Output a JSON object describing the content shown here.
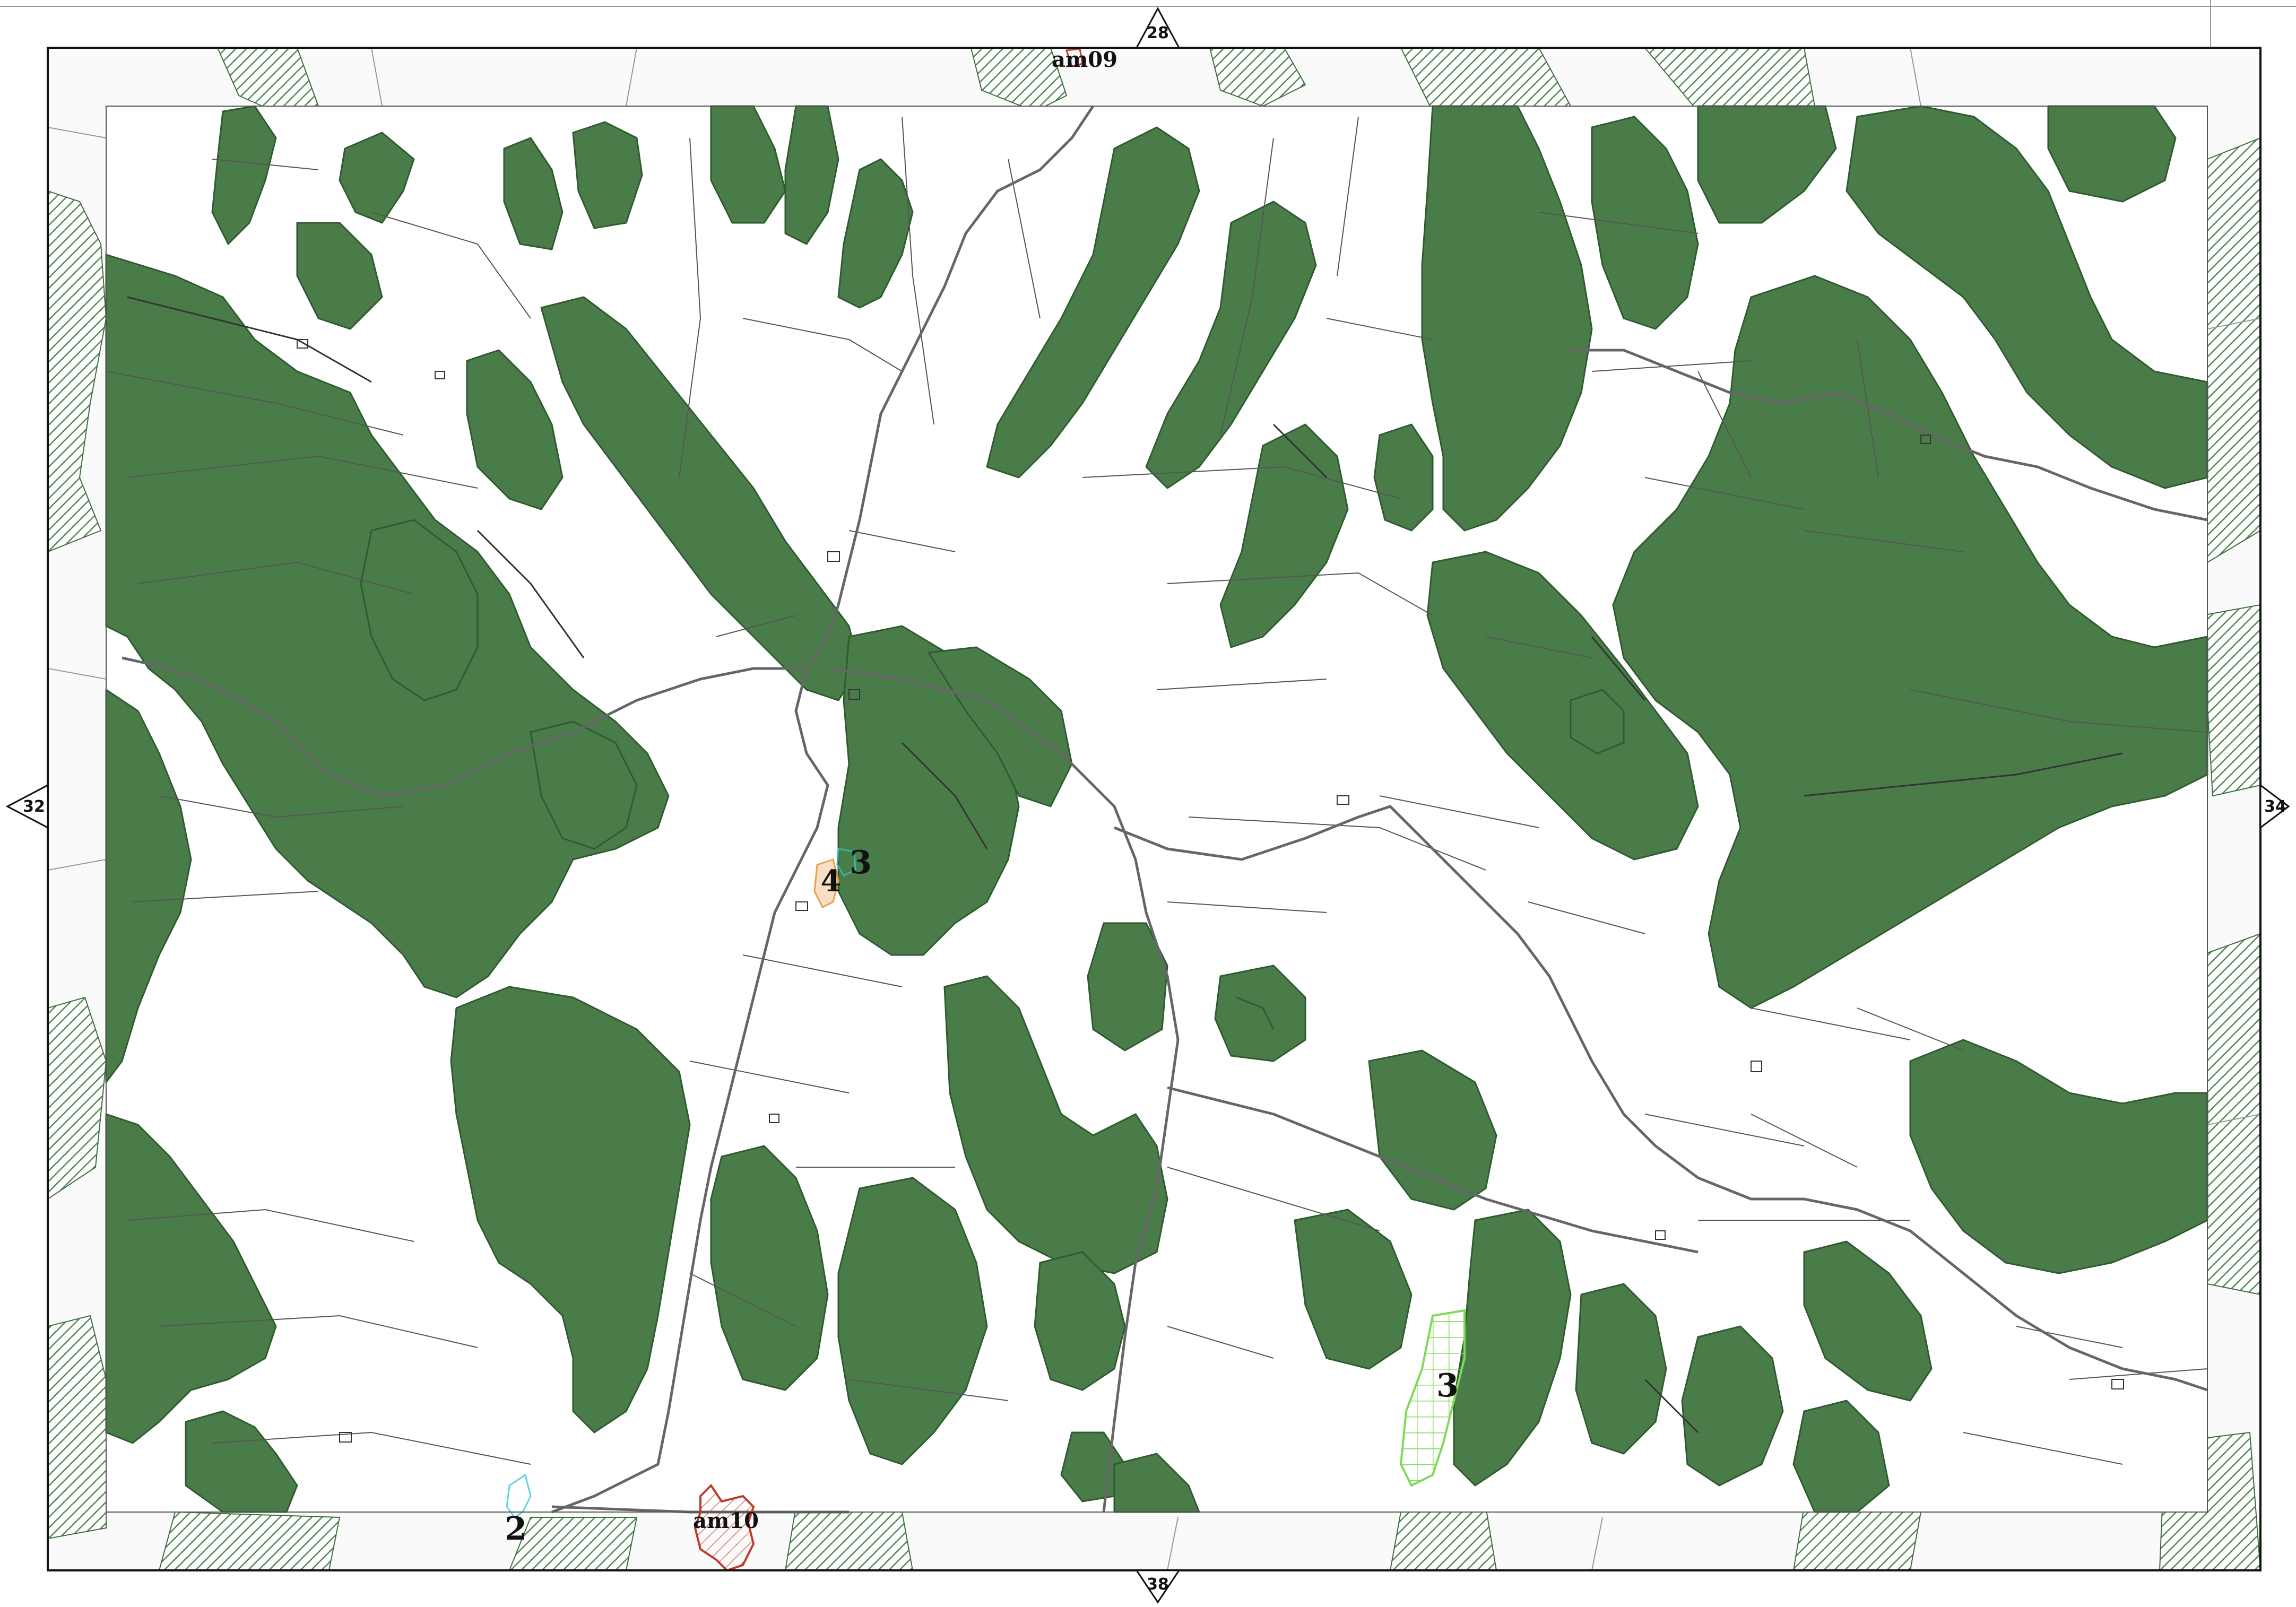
{
  "colors": {
    "forest": "#4a7c4a",
    "forest_edge": "#2f5a30",
    "hatch": "#5a8a5a",
    "parcel_line": "#555555",
    "road": "#666666",
    "frame": "#111111",
    "zone_am09": "#c0392b",
    "zone_am10": "#c0392b",
    "zone_2": "#5fd3e8",
    "zone_3_south": "#7ed957",
    "zone_3_center": "#2fb8a8",
    "zone_4": "#e8a050"
  },
  "neighbor_sheets": {
    "north": "28",
    "west": "32",
    "east": "34",
    "south": "38"
  },
  "zone_labels": {
    "am09": "am09",
    "am10": "am10",
    "z2": "2",
    "z3_center": "3",
    "z4": "4",
    "z3_south": "3"
  }
}
